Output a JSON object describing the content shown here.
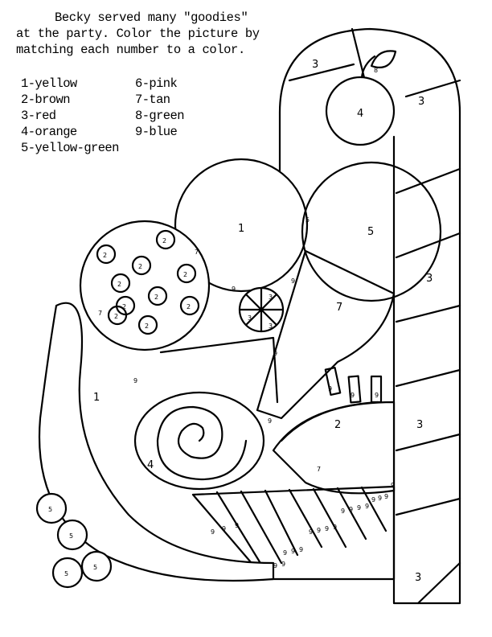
{
  "instructions": {
    "line1": "Becky served many \"goodies\"",
    "line2": "at the party. Color the picture by",
    "line3": "matching each number to a color."
  },
  "color_key": {
    "left": [
      "1-yellow",
      "2-brown",
      "3-red",
      "4-orange",
      "5-yellow-green"
    ],
    "right": [
      "6-pink",
      "7-tan",
      "8-green",
      "9-blue"
    ]
  },
  "picture_labels": {
    "cane_top_left": "3",
    "leaf": "8",
    "apple": "4",
    "cane_top_right": "3",
    "ball_lemon": "1",
    "overlap": "5",
    "ball_lime": "5",
    "cane_mid": "3",
    "cookie_2a": "2",
    "cookie_2b": "2",
    "cookie_2c": "2",
    "cookie_2d": "2",
    "cookie_2e": "2",
    "cookie_2f": "2",
    "cookie_2g": "2",
    "cookie_2h": "2",
    "cookie_2i": "2",
    "cookie_2j": "2",
    "cookie_bg": "7",
    "dish_7": "7",
    "bg9_a": "9",
    "bg9_b": "9",
    "orange_a": "3",
    "orange_b": "3",
    "orange_c": "3",
    "cone_7": "7",
    "bg9_c": "9",
    "bg9_d": "9",
    "bg9_e": "9",
    "banana": "1",
    "watermelon": "2",
    "roll": "4",
    "cane_low": "3",
    "plate_7": "7",
    "grape_a": "5",
    "grape_b": "5",
    "grape_c": "5",
    "grape_d": "5",
    "cane_bottom": "3",
    "seed_a": "9",
    "seed_b": "9",
    "seed_c": "9",
    "stripe_nines": [
      "9",
      "9",
      "9",
      "9",
      "9",
      "9",
      "9",
      "9",
      "9",
      "9",
      "9",
      "9",
      "9",
      "9",
      "9",
      "9",
      "9",
      "9",
      "9",
      "9"
    ]
  }
}
